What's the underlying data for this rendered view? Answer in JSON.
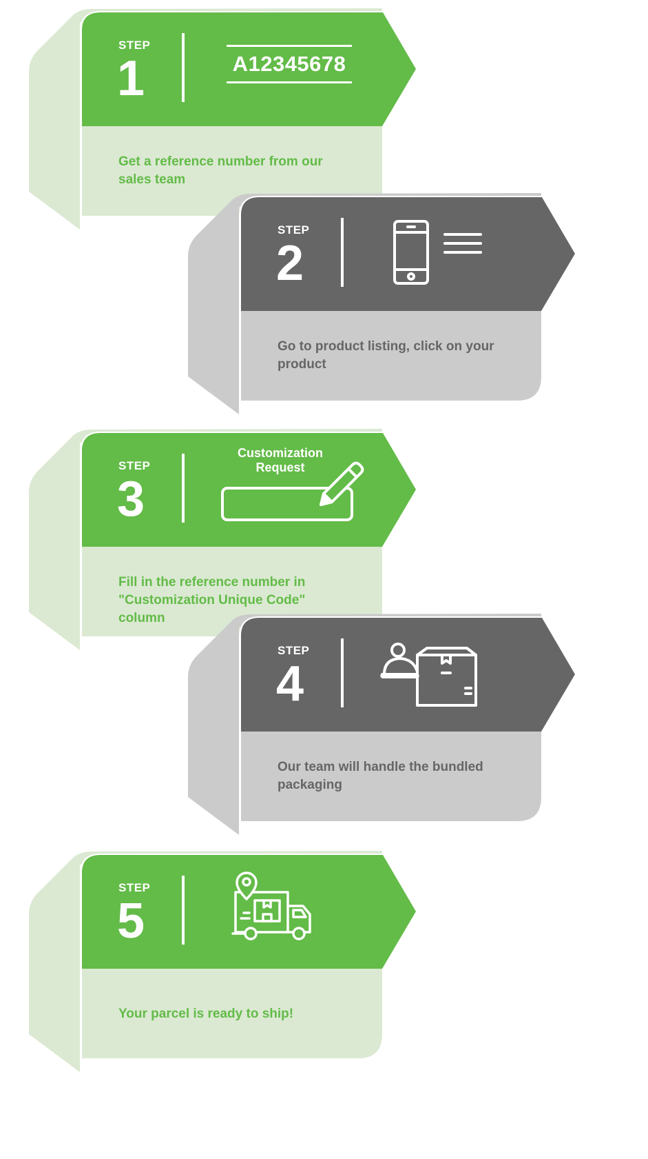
{
  "step_label": "STEP",
  "colors": {
    "green": "#63bb48",
    "light_green": "#dbe9d2",
    "dark_gray": "#666666",
    "light_gray": "#cbcbcb"
  },
  "steps": [
    {
      "number": "1",
      "icon": "reference-code",
      "code": "A12345678",
      "description": "Get a reference number from our sales team"
    },
    {
      "number": "2",
      "icon": "smartphone-icon",
      "description": "Go to product listing, click on your product"
    },
    {
      "number": "3",
      "icon": "edit-field-icon",
      "field_title": "Customization Request",
      "description": "Fill in the reference number in \"Customization Unique Code\" column"
    },
    {
      "number": "4",
      "icon": "person-box-icon",
      "description": "Our team will handle the bundled packaging"
    },
    {
      "number": "5",
      "icon": "delivery-truck-icon",
      "description": "Your parcel is ready to ship!"
    }
  ]
}
